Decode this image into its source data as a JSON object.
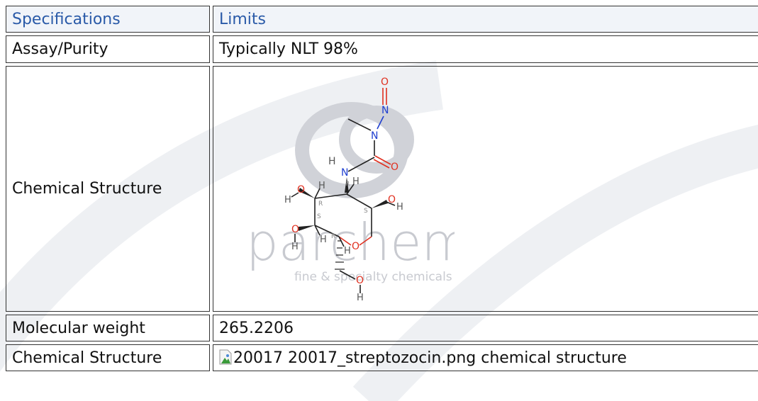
{
  "table": {
    "header": {
      "col1": "Specifications",
      "col2": "Limits"
    },
    "rows": [
      {
        "label": "Assay/Purity",
        "value": "Typically NLT 98%"
      },
      {
        "label": "Chemical Structure"
      },
      {
        "label": "Molecular weight",
        "value": "265.2206"
      },
      {
        "label": "Chemical Structure",
        "value": "20017 20017_streptozocin.png chemical structure"
      }
    ]
  },
  "structure": {
    "atoms": {
      "o_top": "O",
      "n_nitroso": "N",
      "n_methyl": "N",
      "o_carbonyl": "O",
      "n_amide": "N",
      "h_amide": "H",
      "h_c3": "H",
      "h_c2": "H",
      "o_c3": "O",
      "h_o_c3": "H",
      "o_c1": "O",
      "h_o_c1": "H",
      "r_c3": "R",
      "r_c2": "R",
      "s_c1": "S",
      "s_c4": "S",
      "r_c5": "R",
      "o_ring": "O",
      "o_c4": "O",
      "h_o_c4": "H",
      "h_c4": "H",
      "h_c5": "H",
      "o_c6": "O",
      "h_o_c6": "H"
    }
  },
  "watermark": {
    "brand": "parchem",
    "tagline": "fine & specialty chemicals"
  },
  "colors": {
    "header_text": "#2a5aa8",
    "oxygen": "#e03020",
    "nitrogen": "#2040d0",
    "carbon": "#222222",
    "watermark": "#c8cad0"
  }
}
